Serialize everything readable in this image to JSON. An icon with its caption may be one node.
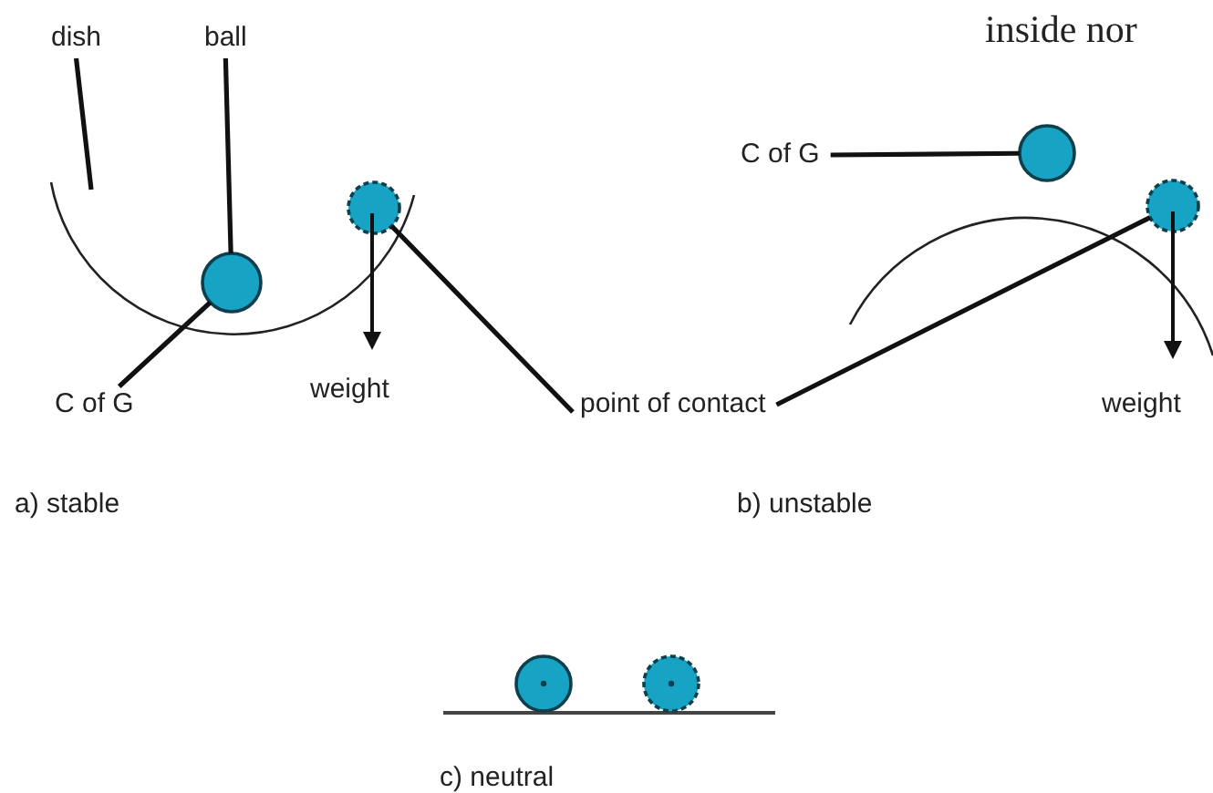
{
  "diagram": {
    "nodes": [
      {
        "text": [
          "dish"
        ]
      },
      {
        "text": [
          "ball"
        ]
      },
      {
        "text": [],
        "shape": "circle"
      },
      {
        "text": [],
        "shape": "circle"
      },
      {
        "text": [
          "C of G"
        ]
      },
      {
        "text": [
          "point of contact"
        ]
      },
      {
        "text": [
          "C of G"
        ]
      },
      {
        "text": [],
        "shape": "circle"
      },
      {
        "text": [],
        "shape": "circle"
      },
      {
        "text": [],
        "shape": "circle"
      },
      {
        "text": [],
        "shape": "circle"
      }
    ],
    "edges": [
      {
        "from": 0,
        "to": null,
        "arrow": "none"
      },
      {
        "from": 1,
        "to": 2,
        "arrow": "none"
      },
      {
        "from": 4,
        "to": 2,
        "arrow": "none"
      },
      {
        "from": 5,
        "to": 3,
        "arrow": "none"
      },
      {
        "from": 5,
        "to": 8,
        "arrow": "none"
      },
      {
        "from": 6,
        "to": 7,
        "arrow": "none"
      }
    ],
    "labels": [
      "inside nor",
      "weight",
      "a) stable",
      "weight",
      "b) unstable",
      "c) neutral"
    ]
  }
}
